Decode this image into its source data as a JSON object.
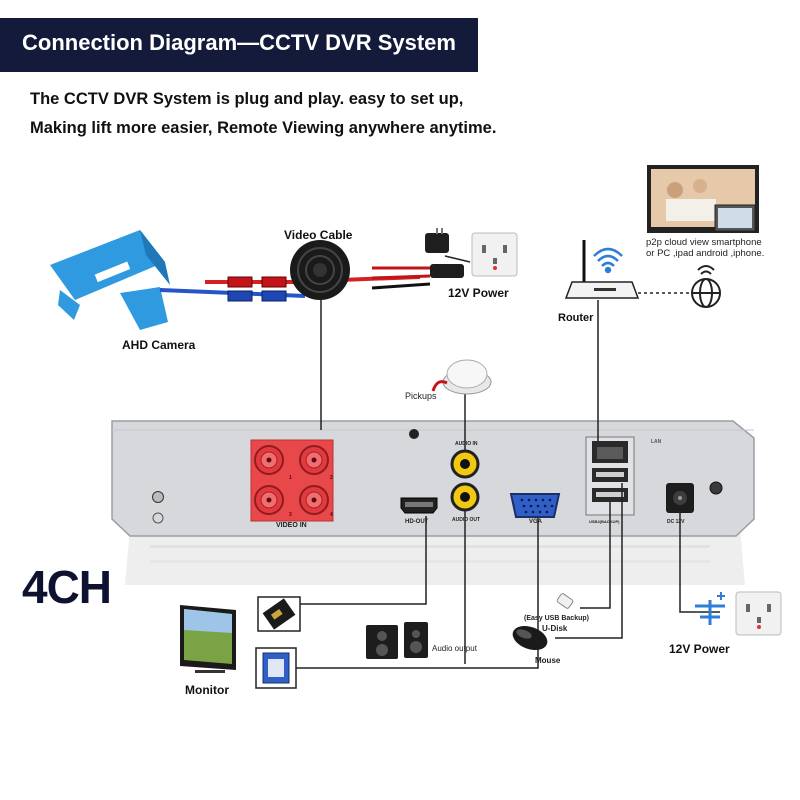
{
  "header": {
    "title": "Connection Diagram—CCTV DVR System",
    "subtitle_line1": "The CCTV DVR System is plug and play. easy to set up,",
    "subtitle_line2": "Making lift more easier, Remote Viewing anywhere anytime."
  },
  "labels": {
    "video_cable": "Video Cable",
    "ahd_camera": "AHD Camera",
    "power_top": "12V Power",
    "router": "Router",
    "p2p_line1": "p2p cloud view smartphone",
    "p2p_line2": "or PC ,ipad android ,iphone.",
    "pickups": "Pickups",
    "channels": "4CH",
    "monitor": "Monitor",
    "audio_output": "Audio output",
    "usb_backup": "(Easy USB Backup)",
    "udisk": "U-Disk",
    "mouse": "Mouse",
    "power_bottom": "12V Power"
  },
  "dvr_panel": {
    "video_in": "VIDEO IN",
    "audio_in": "AUDIO IN",
    "audio_out": "AUDIO OUT",
    "hd_out": "HD-OUT",
    "vga": "VGA",
    "lan": "LAN",
    "dc": "DC 12V",
    "usb_port_label": "USB2(BACKUP)",
    "channel_numbers": [
      "1",
      "2",
      "3",
      "4"
    ]
  },
  "colors": {
    "title_bg": "#141a3a",
    "dvr_body": "#d6d8dc",
    "bnc_panel": "#e9484a",
    "camera_blue": "#2f9ae0",
    "cable_red": "#d42222",
    "cable_blue": "#2456c9",
    "wire": "#222222"
  }
}
